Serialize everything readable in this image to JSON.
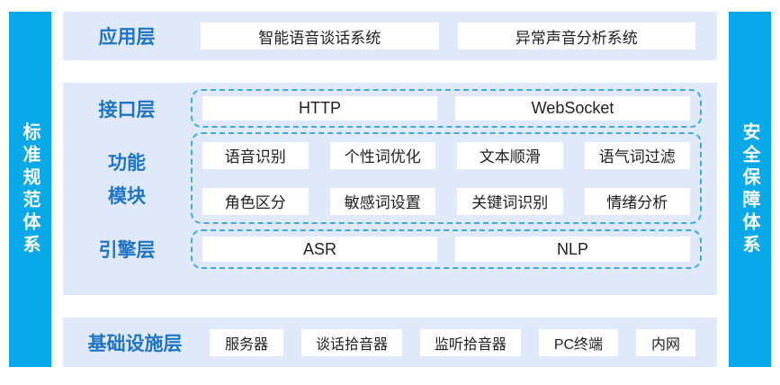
{
  "colors": {
    "bar-blue": "#09a9e9",
    "panel-blue": "#dfe9fa",
    "label-blue": "#1e74c6",
    "dash-blue": "#3fa9e1",
    "box-text": "#1f1f1f"
  },
  "left_bar": {
    "label": "标准规范体系"
  },
  "right_bar": {
    "label": "安全保障体系"
  },
  "app_layer": {
    "label": "应用层",
    "items": [
      "智能语音谈话系统",
      "异常声音分析系统"
    ]
  },
  "middle": {
    "interface_layer": {
      "label": "接口层",
      "items": [
        "HTTP",
        "WebSocket"
      ]
    },
    "function_module": {
      "label_line1": "功能",
      "label_line2": "模块",
      "rows": [
        [
          "语音识别",
          "个性词优化",
          "文本顺滑",
          "语气词过滤"
        ],
        [
          "角色区分",
          "敏感词设置",
          "关键词识别",
          "情绪分析"
        ]
      ]
    },
    "engine_layer": {
      "label": "引擎层",
      "items": [
        "ASR",
        "NLP"
      ]
    }
  },
  "infra_layer": {
    "label": "基础设施层",
    "items": [
      "服务器",
      "谈话拾音器",
      "监听拾音器",
      "PC终端",
      "内网"
    ]
  }
}
